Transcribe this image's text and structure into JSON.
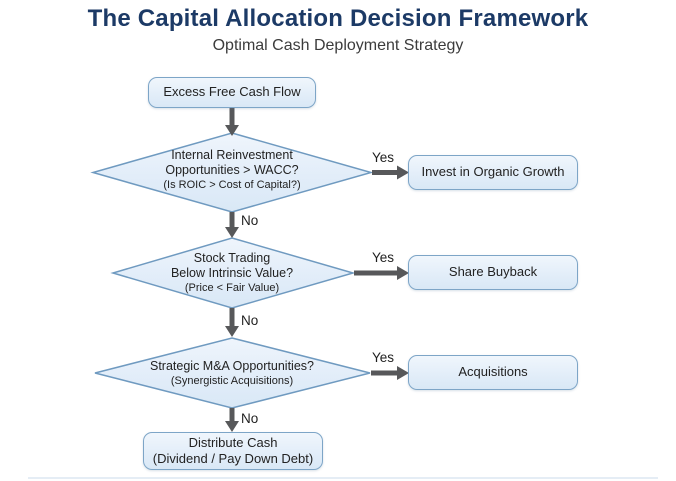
{
  "header": {
    "title": "The Capital Allocation Decision Framework",
    "subtitle": "Optimal Cash Deployment Strategy"
  },
  "flow": {
    "start": {
      "label": "Excess Free Cash Flow"
    },
    "decisions": [
      {
        "lines": [
          "Internal Reinvestment",
          "Opportunities > WACC?"
        ],
        "sub": "(Is ROIC > Cost of Capital?)",
        "yes_label": "Yes",
        "no_label": "No",
        "action": "Invest in Organic Growth"
      },
      {
        "lines": [
          "Stock Trading",
          "Below Intrinsic Value?"
        ],
        "sub": "(Price < Fair Value)",
        "yes_label": "Yes",
        "no_label": "No",
        "action": "Share Buyback"
      },
      {
        "lines": [
          "Strategic M&A Opportunities?"
        ],
        "sub": "(Synergistic Acquisitions)",
        "yes_label": "Yes",
        "no_label": "No",
        "action": "Acquisitions"
      }
    ],
    "end": {
      "lines": [
        "Distribute Cash",
        "(Dividend / Pay Down Debt)"
      ]
    }
  },
  "colors": {
    "title": "#1c3a66",
    "subtitle": "#3c3c3c",
    "shape_fill_top": "#f0f6fc",
    "shape_fill_bottom": "#d9e8f6",
    "shape_border": "#7da5c7",
    "diamond_border": "#6f9ac0",
    "arrow": "#57585a",
    "text": "#222222"
  }
}
